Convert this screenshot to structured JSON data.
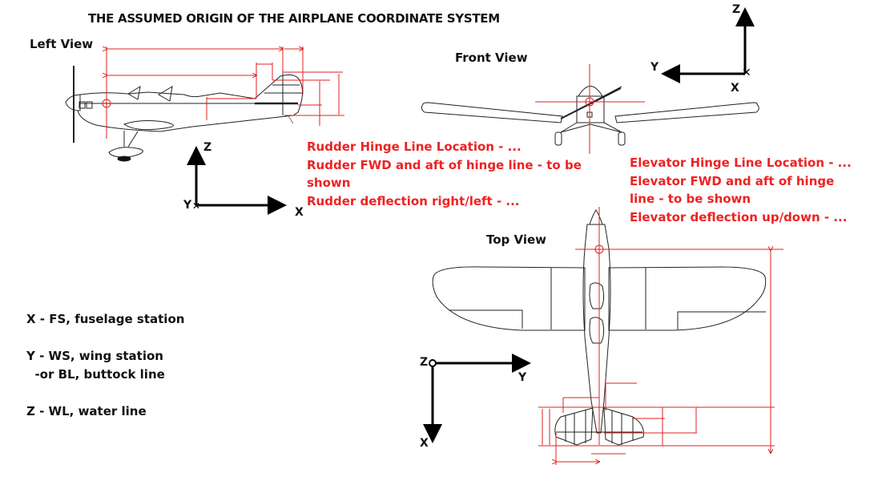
{
  "title": "THE ASSUMED ORIGIN OF THE AIRPLANE COORDINATE SYSTEM",
  "views": {
    "left": "Left View",
    "front": "Front View",
    "top": "Top View"
  },
  "rudder_notes": [
    "Rudder Hinge Line Location - ...",
    "Rudder FWD and aft of hinge line - to be",
    "shown",
    "Rudder deflection right/left  - ..."
  ],
  "elevator_notes": [
    "Elevator Hinge Line Location - ...",
    "Elevator FWD and aft of hinge",
    "line - to be shown",
    "Elevator deflection up/down - ..."
  ],
  "axes": {
    "left_view": {
      "z": "Z",
      "y": "Y",
      "x": "X"
    },
    "front_view": {
      "z": "Z",
      "y": "Y",
      "x": "X"
    },
    "top_view": {
      "z": "Z",
      "y": "Y",
      "x": "X"
    }
  },
  "legend": [
    "X - FS, fuselage station",
    "Y - WS, wing station",
    "  -or BL, buttock line",
    "Z - WL, water line"
  ],
  "colors": {
    "annotation": "#ee2222",
    "dimension_lines": "#e02020",
    "drawing": "#222222"
  }
}
